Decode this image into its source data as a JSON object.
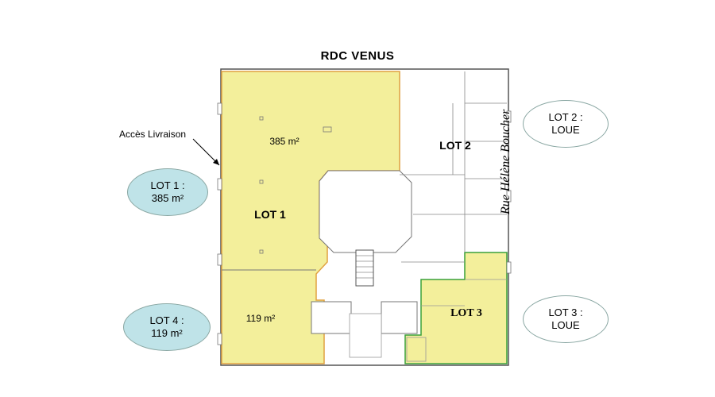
{
  "title": "RDC VENUS",
  "acces_livraison": "Accès Livraison",
  "street": "Rue Hélène Boucher",
  "lots": {
    "lot1": {
      "label": "LOT 1",
      "area": "385 m²",
      "bubble_line1": "LOT 1 :",
      "bubble_line2": "385 m²"
    },
    "lot2": {
      "label": "LOT 2",
      "bubble_line1": "LOT 2 :",
      "bubble_line2": "LOUE"
    },
    "lot3": {
      "label": "LOT 3",
      "bubble_line1": "LOT 3 :",
      "bubble_line2": "LOUE"
    },
    "lot4": {
      "area": "119 m²",
      "bubble_line1": "LOT 4 :",
      "bubble_line2": "119 m²"
    }
  },
  "colors": {
    "lot_fill": "#f3ef9b",
    "lot1_border": "#e0a040",
    "lot3_border": "#3aa03a",
    "wall": "#666666",
    "bubble_blue": "#bfe3e8"
  }
}
